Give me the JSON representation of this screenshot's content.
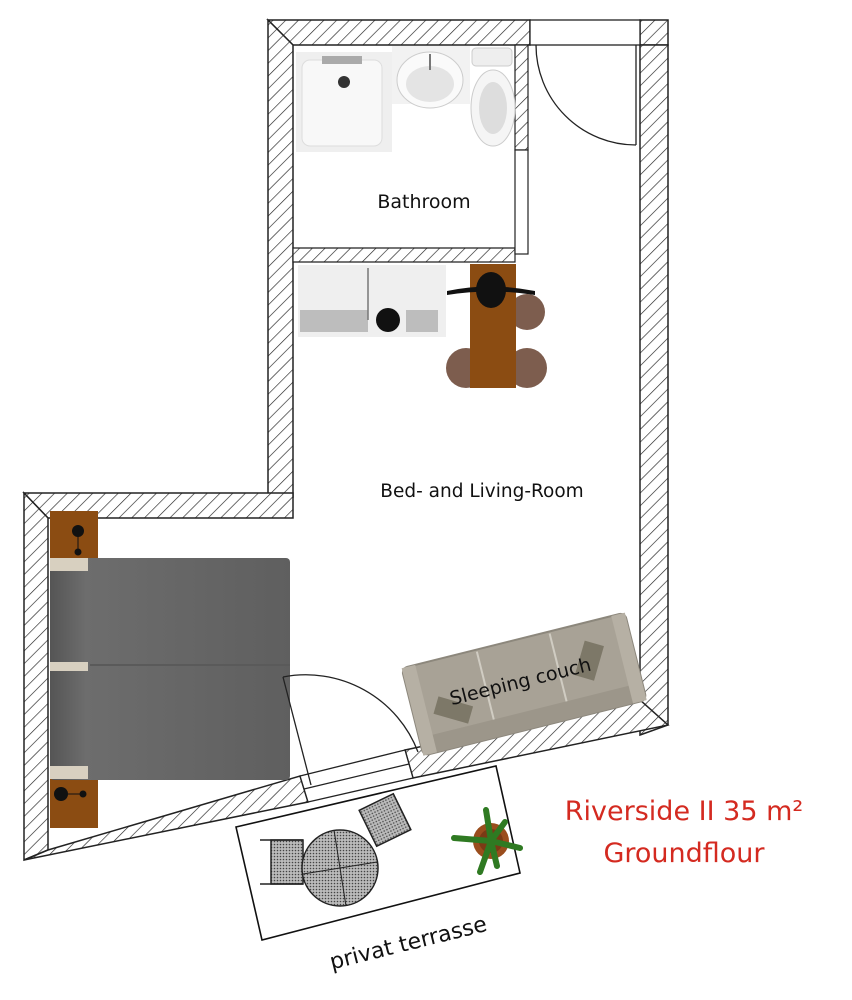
{
  "title": {
    "line1": "Riverside II 35 m²",
    "line2": "Groundflour",
    "color": "#d42a20"
  },
  "rooms": {
    "bathroom": "Bathroom",
    "living": "Bed- and Living-Room",
    "couch": "Sleeping couch",
    "terrace": "privat terrasse"
  },
  "colors": {
    "wall_hatch": "#222222",
    "wood": "#8b4c12",
    "chair": "#7d5d4e",
    "bed": "#666666",
    "couch": "#a8a296",
    "fixture": "#eeeeee",
    "plant": "#2f7a22",
    "pot": "#9a4d1d"
  },
  "icons": [
    "shower-icon",
    "sink-icon",
    "toilet-icon",
    "kitchen-counter-icon",
    "dining-table-icon",
    "bed-icon",
    "nightstand-icon",
    "sleeping-couch-icon",
    "patio-table-icon",
    "patio-chair-icon",
    "plant-icon",
    "door-swing-icon"
  ]
}
